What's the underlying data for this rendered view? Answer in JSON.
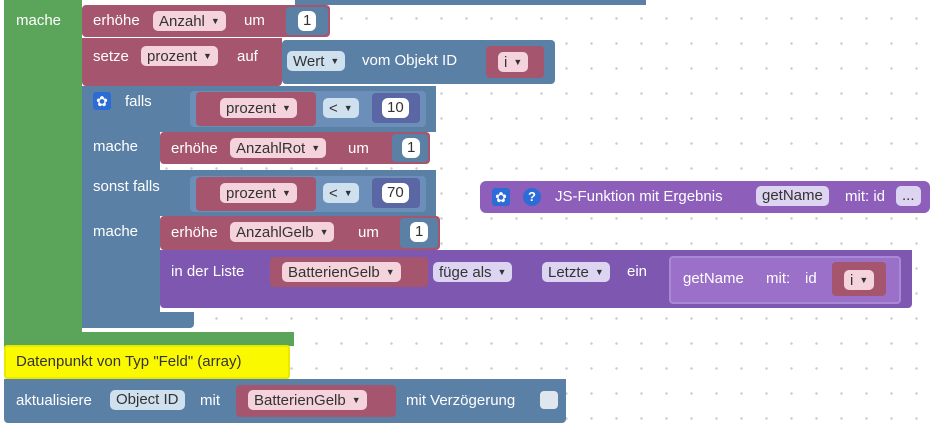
{
  "outer": {
    "mache_label": "mache"
  },
  "inc_anzahl": {
    "label": "erhöhe",
    "var": "Anzahl",
    "by": "um",
    "value": "1"
  },
  "set_prozent": {
    "label": "setze",
    "var": "prozent",
    "to": "auf",
    "value_dropdown": "Wert",
    "from_label": "vom Objekt ID",
    "object_var": "i"
  },
  "if_block": {
    "falls_label": "falls",
    "cond1": {
      "var": "prozent",
      "op": "<",
      "value": "10"
    },
    "mache1_label": "mache",
    "inc1": {
      "label": "erhöhe",
      "var": "AnzahlRot",
      "by": "um",
      "value": "1"
    },
    "else_if_label": "sonst falls",
    "cond2": {
      "var": "prozent",
      "op": "<",
      "value": "70"
    },
    "mache2_label": "mache",
    "inc2": {
      "label": "erhöhe",
      "var": "AnzahlGelb",
      "by": "um",
      "value": "1"
    },
    "list_insert": {
      "label": "in der Liste",
      "list_var": "BatterienGelb",
      "insert_label": "füge als",
      "position": "Letzte",
      "as_label": "ein",
      "call_name": "getName",
      "call_with": "mit:",
      "call_param": "id",
      "call_var": "i"
    }
  },
  "js_function": {
    "label": "JS-Funktion mit Ergebnis",
    "name": "getName",
    "params": "mit: id",
    "more": "..."
  },
  "comment": {
    "text": "Datenpunkt von Typ \"Feld\" (array)"
  },
  "update_block": {
    "label": "aktualisiere",
    "object_field": "Object ID",
    "with_label": "mit",
    "var": "BatterienGelb",
    "delay_label": "mit Verzögerung"
  },
  "icons": {
    "gear": "gear-icon",
    "help": "help-icon",
    "dropdown": "dropdown-arrow-icon"
  },
  "colors": {
    "green": "#5ba55b",
    "blue": "#5b80a5",
    "red": "#a5566e",
    "purple": "#8d5fbb",
    "comment": "#fbf900"
  }
}
